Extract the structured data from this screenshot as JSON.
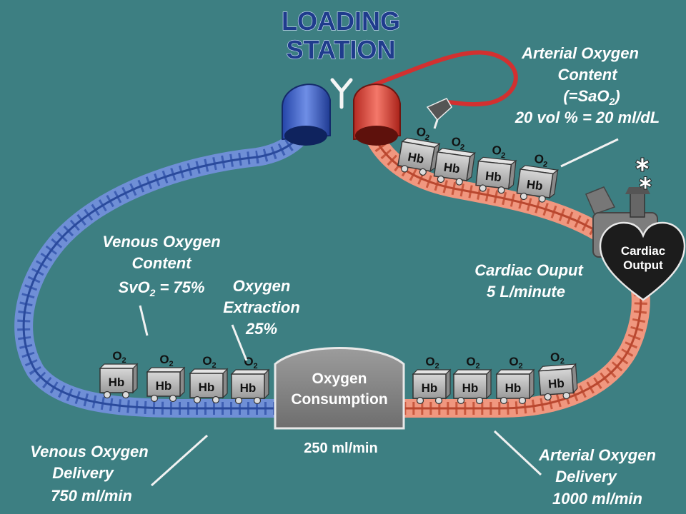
{
  "title": {
    "line1": "LOADING",
    "line2": "STATION"
  },
  "arterial_content": {
    "line1": "Arterial Oxygen",
    "line2": "Content",
    "line3_prefix": "(=SaO",
    "line3_sub": "2",
    "line3_suffix": ")",
    "line4": "20 vol % = 20 ml/dL"
  },
  "venous_content": {
    "line1": "Venous Oxygen",
    "line2": "Content",
    "line3_prefix": "SvO",
    "line3_sub": "2",
    "line3_suffix": " = 75%"
  },
  "extraction": {
    "line1": "Oxygen",
    "line2": "Extraction",
    "line3": "25%"
  },
  "consumption": {
    "line1": "Oxygen",
    "line2": "Consumption",
    "rate": "250 ml/min"
  },
  "cardiac_output_label": {
    "line1": "Cardiac Ouput",
    "line2": "5 L/minute"
  },
  "heart": {
    "line1": "Cardiac",
    "line2": "Output"
  },
  "venous_delivery": {
    "line1": "Venous Oxygen",
    "line2": "Delivery",
    "line3": "750 ml/min"
  },
  "arterial_delivery": {
    "line1": "Arterial Oxygen",
    "line2": "Delivery",
    "line3": "1000 ml/min"
  },
  "car": {
    "hb": "Hb",
    "o2_base": "O",
    "o2_sub": "2"
  },
  "colors": {
    "background": "#3d7f82",
    "venous": "#3e5fb3",
    "arterial": "#e07a5f",
    "title": "#1f3c8c"
  }
}
